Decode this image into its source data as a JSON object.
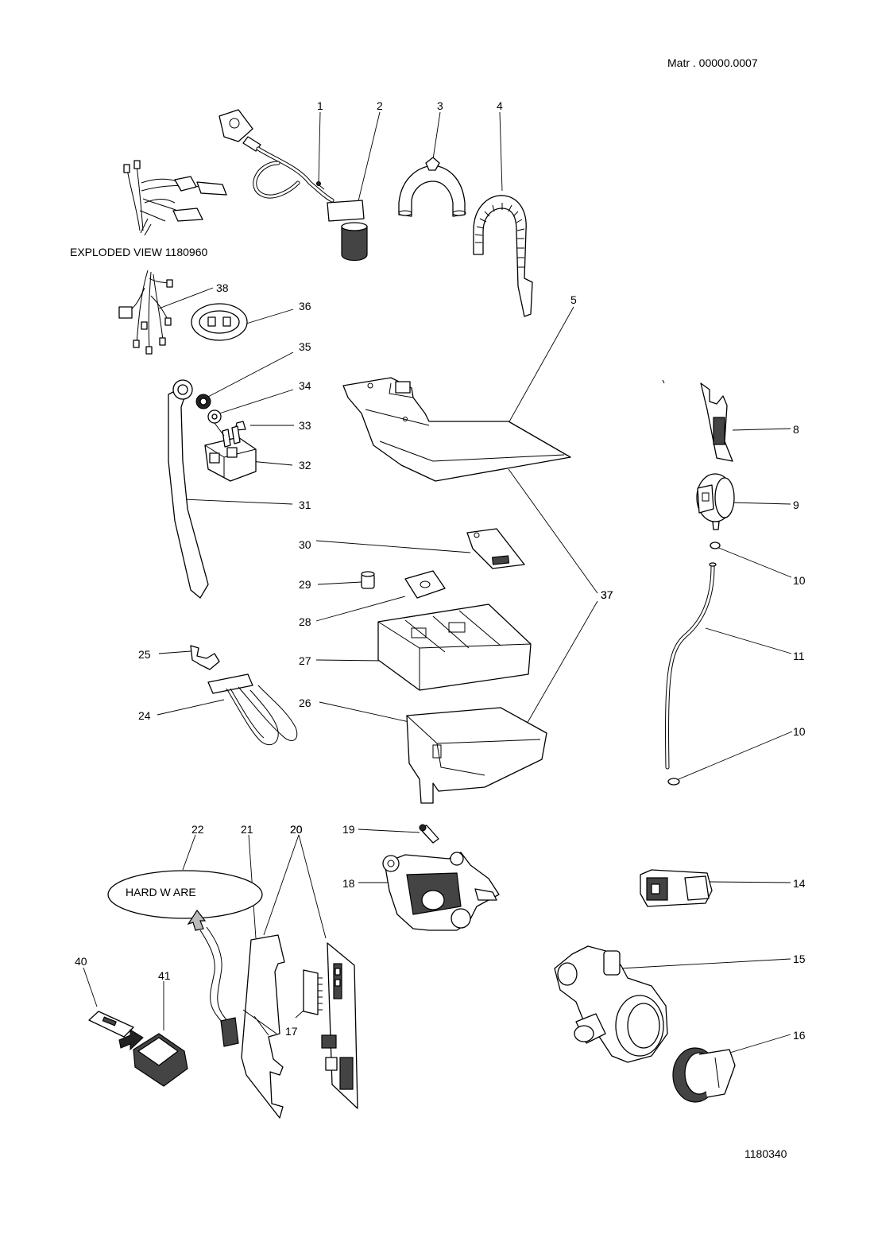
{
  "header": {
    "matr": "Matr  . 00000.0007"
  },
  "footer": {
    "code": "1180340"
  },
  "notes": {
    "exploded_view": "EXPLODED VIEW 1180960",
    "hardware": "HARD      W  ARE"
  },
  "callouts": [
    "1",
    "2",
    "3",
    "4",
    "5",
    "8",
    "9",
    "10",
    "10",
    "11",
    "14",
    "15",
    "16",
    "17",
    "18",
    "19",
    "20",
    "20",
    "21",
    "22",
    "24",
    "25",
    "26",
    "27",
    "28",
    "29",
    "30",
    "31",
    "32",
    "33",
    "34",
    "35",
    "36",
    "37",
    "37",
    "38",
    "40",
    "41"
  ]
}
